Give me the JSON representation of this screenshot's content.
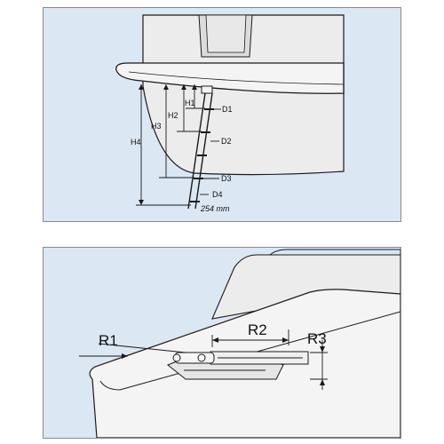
{
  "colors": {
    "panel_background": "#dbe7f3",
    "hull": "#ececec",
    "deck": "#f4f4f4",
    "outline": "#1a1a1a"
  },
  "ladder_figure": {
    "height_labels": [
      "H1",
      "H2",
      "H3",
      "H4"
    ],
    "depth_labels": [
      "D1",
      "D2",
      "D3",
      "D4"
    ],
    "step_spacing": "254 mm"
  },
  "bracket_figure": {
    "radius_labels": [
      "R1",
      "R2",
      "R3"
    ]
  }
}
